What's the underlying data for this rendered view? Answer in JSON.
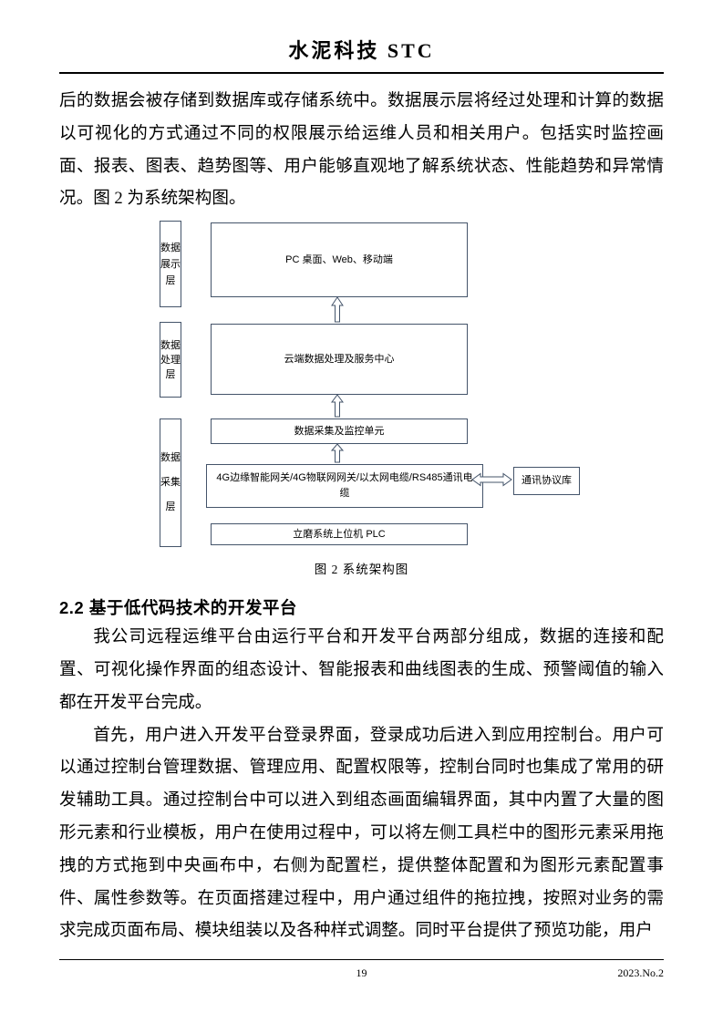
{
  "header": {
    "title": "水泥科技 STC"
  },
  "content": {
    "intro": "后的数据会被存储到数据库或存储系统中。数据展示层将经过处理和计算的数据以可视化的方式通过不同的权限展示给运维人员和相关用户。包括实时监控画面、报表、图表、趋势图等、用户能够直观地了解系统状态、性能趋势和异常情况。图 2 为系统架构图。"
  },
  "diagram": {
    "caption": "图 2  系统架构图",
    "layer_labels": {
      "display": "数据展示层",
      "processing": "数据处理层",
      "collection": "数据采集层"
    },
    "nodes": {
      "pc": "PC 桌面、Web、移动端",
      "cloud": "云端数据处理及服务中心",
      "collection_unit": "数据采集及监控单元",
      "gateway": "4G边缘智能网关/4G物联网网关/以太网电缆/RS485通讯电缆",
      "plc": "立磨系统上位机 PLC",
      "protocol": "通讯协议库"
    },
    "colors": {
      "box_border": "#44546a",
      "arrow": "#44546a"
    }
  },
  "section": {
    "heading": "2.2 基于低代码技术的开发平台",
    "paragraphs": [
      "我公司远程运维平台由运行平台和开发平台两部分组成，数据的连接和配置、可视化操作界面的组态设计、智能报表和曲线图表的生成、预警阈值的输入都在开发平台完成。",
      "首先，用户进入开发平台登录界面，登录成功后进入到应用控制台。用户可以通过控制台管理数据、管理应用、配置权限等，控制台同时也集成了常用的研发辅助工具。通过控制台中可以进入到组态画面编辑界面，其中内置了大量的图形元素和行业模板，用户在使用过程中，可以将左侧工具栏中的图形元素采用拖拽的方式拖到中央画布中，右侧为配置栏，提供整体配置和为图形元素配置事件、属性参数等。在页面搭建过程中，用户通过组件的拖拉拽，按照对业务的需求完成页面布局、模块组装以及各种样式调整。同时平台提供了预览功能，用户"
    ]
  },
  "footer": {
    "page_number": "19",
    "issue": "2023.No.2"
  }
}
